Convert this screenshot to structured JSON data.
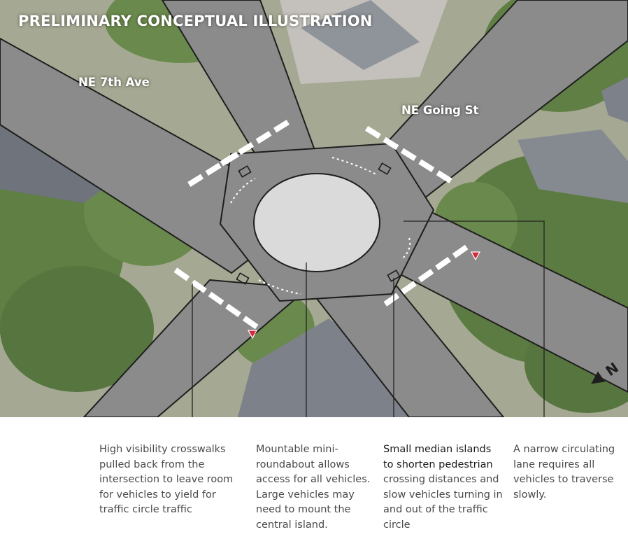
{
  "banner": "PRELIMINARY CONCEPTUAL ILLUSTRATION",
  "streets": {
    "west": "NE 7th Ave",
    "east": "NE Going St"
  },
  "callouts": [
    {
      "id": "crosswalks",
      "text": "High visibility crosswalks pulled back from the intersection to leave room for vehicles to yield for traffic circle traffic"
    },
    {
      "id": "roundabout",
      "text": "Mountable mini-roundabout allows access for all vehicles. Large vehicles may need to mount the central island."
    },
    {
      "id": "median-islands",
      "text_emphasis": "Small median islands to shorten pedestrian",
      "text": "crossing distances and slow vehicles turning in and out of the traffic circle"
    },
    {
      "id": "circulating-lane",
      "text": "A narrow circulating lane requires all vehicles to traverse slowly."
    }
  ],
  "north_arrow": "N",
  "colors": {
    "road": "#8b8b8b",
    "tree": "#5f7f45",
    "roof": "#6f747c",
    "roundabout": "#dadada",
    "crosswalk": "#ffffff",
    "leader": "#222222",
    "yield_sign": "#d6283a"
  }
}
